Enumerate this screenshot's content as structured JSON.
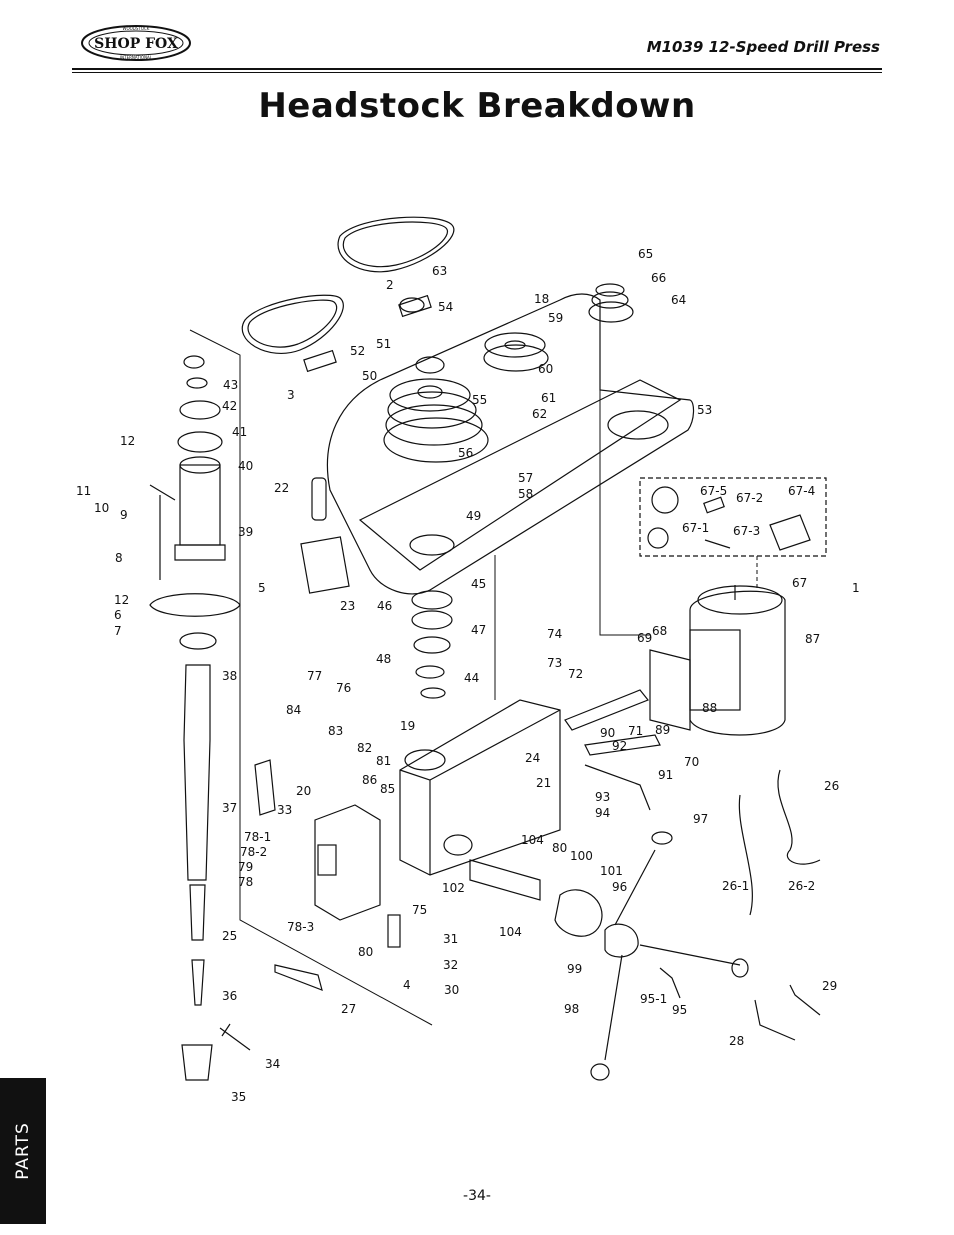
{
  "header": {
    "brand": "SHOP FOX",
    "brand_ring_top": "WOODSTOCK",
    "brand_ring_bottom": "INTERNATIONAL",
    "doc_title": "M1039 12-Speed Drill Press"
  },
  "page": {
    "title": "Headstock Breakdown",
    "section_tab": "PARTS",
    "number": "-34-"
  },
  "callouts": [
    "63",
    "2",
    "54",
    "18",
    "65",
    "66",
    "64",
    "59",
    "52",
    "51",
    "60",
    "3",
    "50",
    "55",
    "61",
    "62",
    "53",
    "43",
    "42",
    "41",
    "40",
    "12",
    "56",
    "57",
    "58",
    "11",
    "10",
    "9",
    "22",
    "67-5",
    "67-2",
    "67-4",
    "49",
    "67-1",
    "67-3",
    "39",
    "8",
    "5",
    "45",
    "67",
    "1",
    "12",
    "6",
    "7",
    "23",
    "46",
    "47",
    "87",
    "74",
    "68",
    "69",
    "73",
    "48",
    "44",
    "72",
    "77",
    "76",
    "38",
    "84",
    "19",
    "71",
    "88",
    "89",
    "90",
    "83",
    "82",
    "92",
    "24",
    "70",
    "81",
    "86",
    "91",
    "85",
    "20",
    "21",
    "93",
    "37",
    "33",
    "94",
    "97",
    "78-1",
    "104",
    "80",
    "78-2",
    "100",
    "79",
    "101",
    "26",
    "78",
    "102",
    "96",
    "26-1",
    "26-2",
    "75",
    "104",
    "78-3",
    "31",
    "25",
    "80",
    "99",
    "32",
    "4",
    "30",
    "95-1",
    "95",
    "29",
    "36",
    "27",
    "98",
    "28",
    "34",
    "35"
  ]
}
